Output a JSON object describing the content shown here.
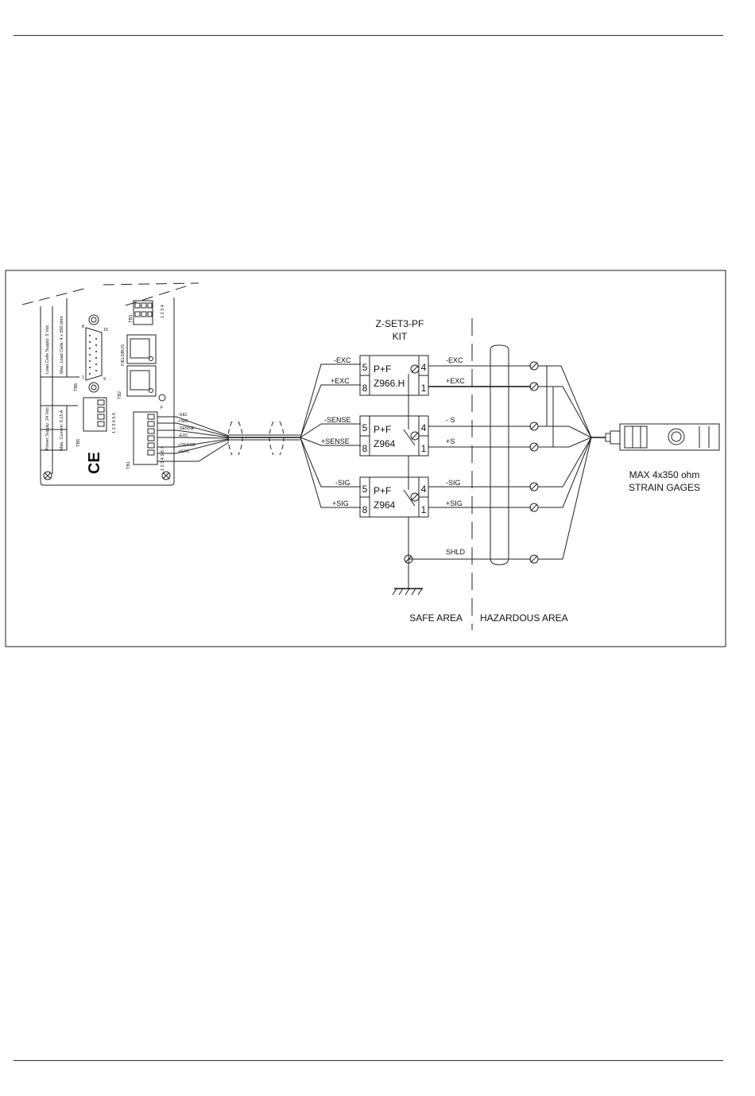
{
  "kit": {
    "title": "Z-SET3-PF",
    "subtitle": "KIT"
  },
  "modules": [
    {
      "brand": "P+F",
      "model": "Z966.H",
      "pin_left_top": "5",
      "pin_left_bottom": "8",
      "pin_right_top": "4",
      "pin_right_bottom": "1",
      "in_top": "-EXC",
      "in_bottom": "+EXC",
      "out_top": "-EXC",
      "out_bottom": "+EXC"
    },
    {
      "brand": "P+F",
      "model": "Z964",
      "pin_left_top": "5",
      "pin_left_bottom": "8",
      "pin_right_top": "4",
      "pin_right_bottom": "1",
      "in_top": "-SENSE",
      "in_bottom": "+SENSE",
      "out_top": "- S",
      "out_bottom": "+S"
    },
    {
      "brand": "P+F",
      "model": "Z964",
      "pin_left_top": "5",
      "pin_left_bottom": "8",
      "pin_right_top": "4",
      "pin_right_bottom": "1",
      "in_top": "-SIG",
      "in_bottom": "+SIG",
      "out_top": "-SIG",
      "out_bottom": "+SIG"
    }
  ],
  "shield_label": "SHLD",
  "areas": {
    "safe": "SAFE AREA",
    "hazardous": "HAZARDOUS AREA"
  },
  "load_cell": {
    "line1": "MAX 4x350 ohm",
    "line2": "STRAIN GAGES"
  },
  "device": {
    "tb1_label": "TB1",
    "tb1_wires": [
      "-SIG",
      "+SIG",
      "-SENSE",
      "-EXC",
      "+SENSE",
      "+EXC"
    ],
    "tb1_pins": "1 2 3 4 5 6 7",
    "tb5_label": "TB5",
    "tb5_pins": "1 2 3 4 5 6",
    "tb6_label": "TB6",
    "tb2_label": "TB2",
    "tb3_label": "TB3",
    "tb3_pins": "1 2 3 4",
    "fieldbus_label": "FIELDBUS",
    "ce_mark": "CE",
    "f_label": "F",
    "db_pins": {
      "p8": "8",
      "p15": "15",
      "p1": "1",
      "p9": "9"
    },
    "power_line1": "Power Supply: 24 Vdc",
    "power_line2": "Max. Current: 0.15 A",
    "cells_line1": "Load Cells Supply: 5 Vdc",
    "cells_line2": "Max. Load Cells: 4 x 350 ohm"
  }
}
